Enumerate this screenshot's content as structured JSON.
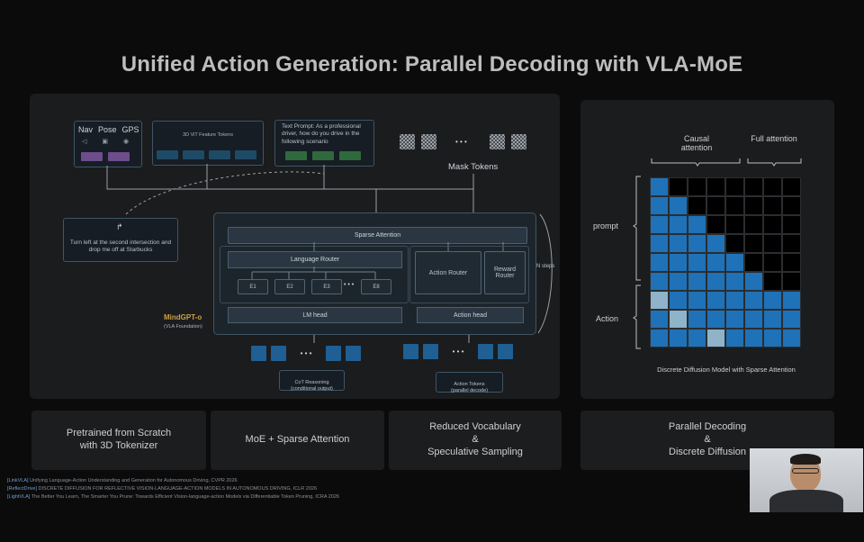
{
  "title": "Unified Action Generation: Parallel Decoding with VLA-MoE",
  "diagram": {
    "sensors": {
      "labels": [
        "Nav",
        "Pose",
        "GPS"
      ]
    },
    "vit": {
      "label": "3D ViT Feature Tokens"
    },
    "text_prompt": {
      "label": "Text Prompt: As a professional driver, how do you drive in the following scenario"
    },
    "mask_tokens": {
      "label": "Mask Tokens",
      "ellipsis": "• • •"
    },
    "instruction": {
      "label": "Turn left at the second intersection and drop me off at Starbucks"
    },
    "sparse_attention": "Sparse Attention",
    "language_router": "Language Router",
    "experts": [
      "E1",
      "E2",
      "E3",
      "E8"
    ],
    "expert_ellipsis": "• • •",
    "action_router": "Action Router",
    "reward_router": "Reward Router",
    "n_steps": "N steps",
    "lm_head": "LM head",
    "action_head": "Action head",
    "model_name": "MindGPT-o",
    "model_sub": "(VLA Foundation)",
    "cot": "CoT Reasoning\n(conditional output)",
    "action_tokens": "Action Tokens\n(parallel decode)",
    "out_ellipsis": "• • •"
  },
  "attention": {
    "causal": "Causal attention",
    "full": "Full attention",
    "prompt": "prompt",
    "action": "Action",
    "caption": "Discrete Diffusion Model with Sparse Attention",
    "colors": {
      "blue": "#1f72b8",
      "black": "#000000",
      "light": "#8fb3c8",
      "bg": "#151618"
    }
  },
  "bottom_cards": [
    "Pretrained from Scratch\nwith 3D Tokenizer",
    "MoE + Sparse Attention",
    "Reduced Vocabulary\n&\nSpeculative Sampling",
    "Parallel Decoding\n&\nDiscrete Diffusion"
  ],
  "references": [
    {
      "tag": "[LinkVLA]",
      "text": " Unifying Language-Action Understanding and Generation for Autonomous Driving, CVPR 2026"
    },
    {
      "tag": "[ReflectDrive]",
      "text": " DISCRETE DIFFUSION FOR REFLECTIVE VISION-LANGUAGE-ACTION MODELS IN AUTONOMOUS DRIVING,   ICLR 2026"
    },
    {
      "tag": "[LightVLA]",
      "text": " The Better You Learn, The Smarter You Prune: Towards Efficient Vision-language-action Models via Differentiable Token Pruning, ICRA 2026"
    }
  ]
}
